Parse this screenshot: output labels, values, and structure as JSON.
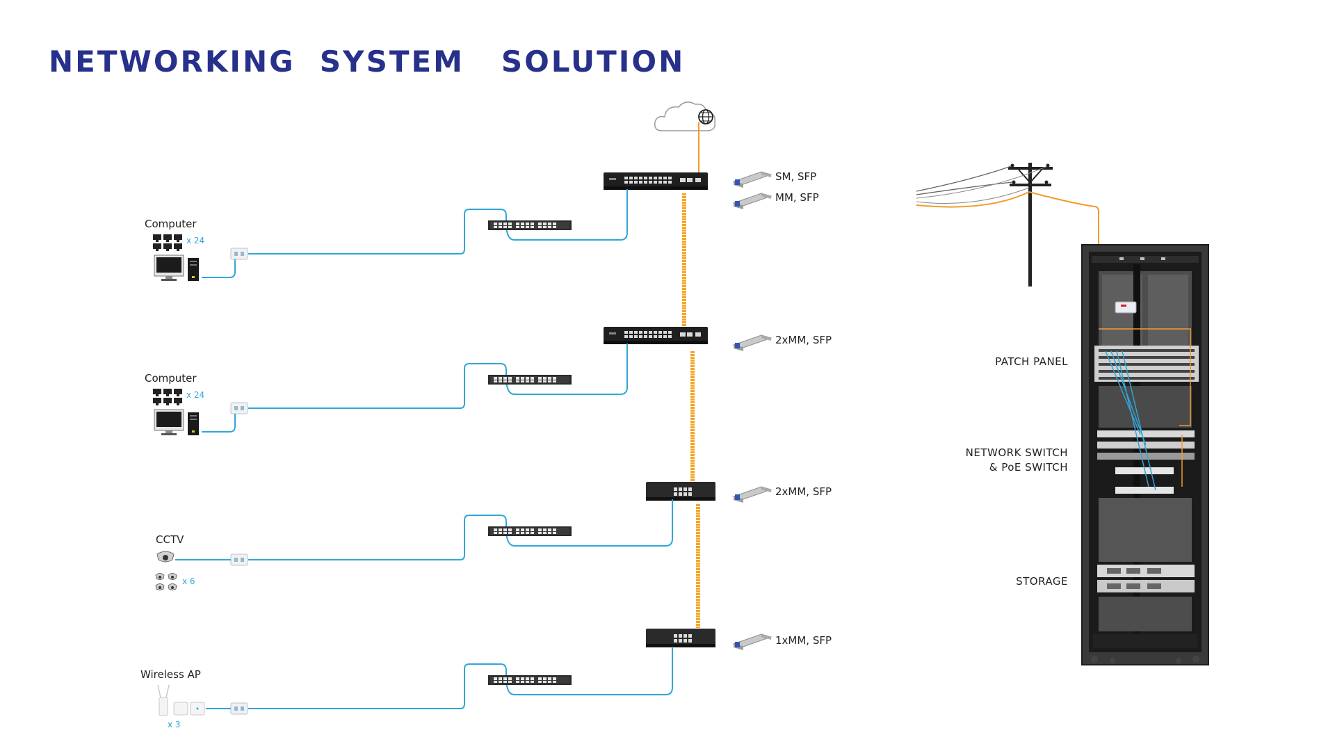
{
  "title": "NETWORKING  SYSTEM   SOLUTION",
  "colors": {
    "title": "#27318b",
    "copper_link": "#2fa6d8",
    "fiber_link": "#f39b2a"
  },
  "endpoints": [
    {
      "label": "Computer",
      "count": "x 24",
      "icon": "computer-icon"
    },
    {
      "label": "Computer",
      "count": "x 24",
      "icon": "computer-icon"
    },
    {
      "label": "CCTV",
      "count": "x 6",
      "icon": "cctv-camera-icon"
    },
    {
      "label": "Wireless AP",
      "count": "x 3",
      "icon": "wireless-ap-icon"
    }
  ],
  "sfp_modules": [
    {
      "label": "SM, SFP"
    },
    {
      "label": "MM, SFP"
    },
    {
      "label": "2xMM, SFP"
    },
    {
      "label": "2xMM, SFP"
    },
    {
      "label": "1xMM, SFP"
    }
  ],
  "rack": {
    "labels": {
      "patch_panel": "PATCH  PANEL",
      "switch_line1": "NETWORK SWITCH",
      "switch_line2": "& PoE SWITCH",
      "storage": "STORAGE"
    }
  },
  "icons": [
    "cloud-icon",
    "globe-icon",
    "utility-pole-icon",
    "server-rack-icon",
    "patch-panel-icon",
    "network-switch-icon",
    "wall-outlet-icon",
    "sfp-module-icon"
  ]
}
